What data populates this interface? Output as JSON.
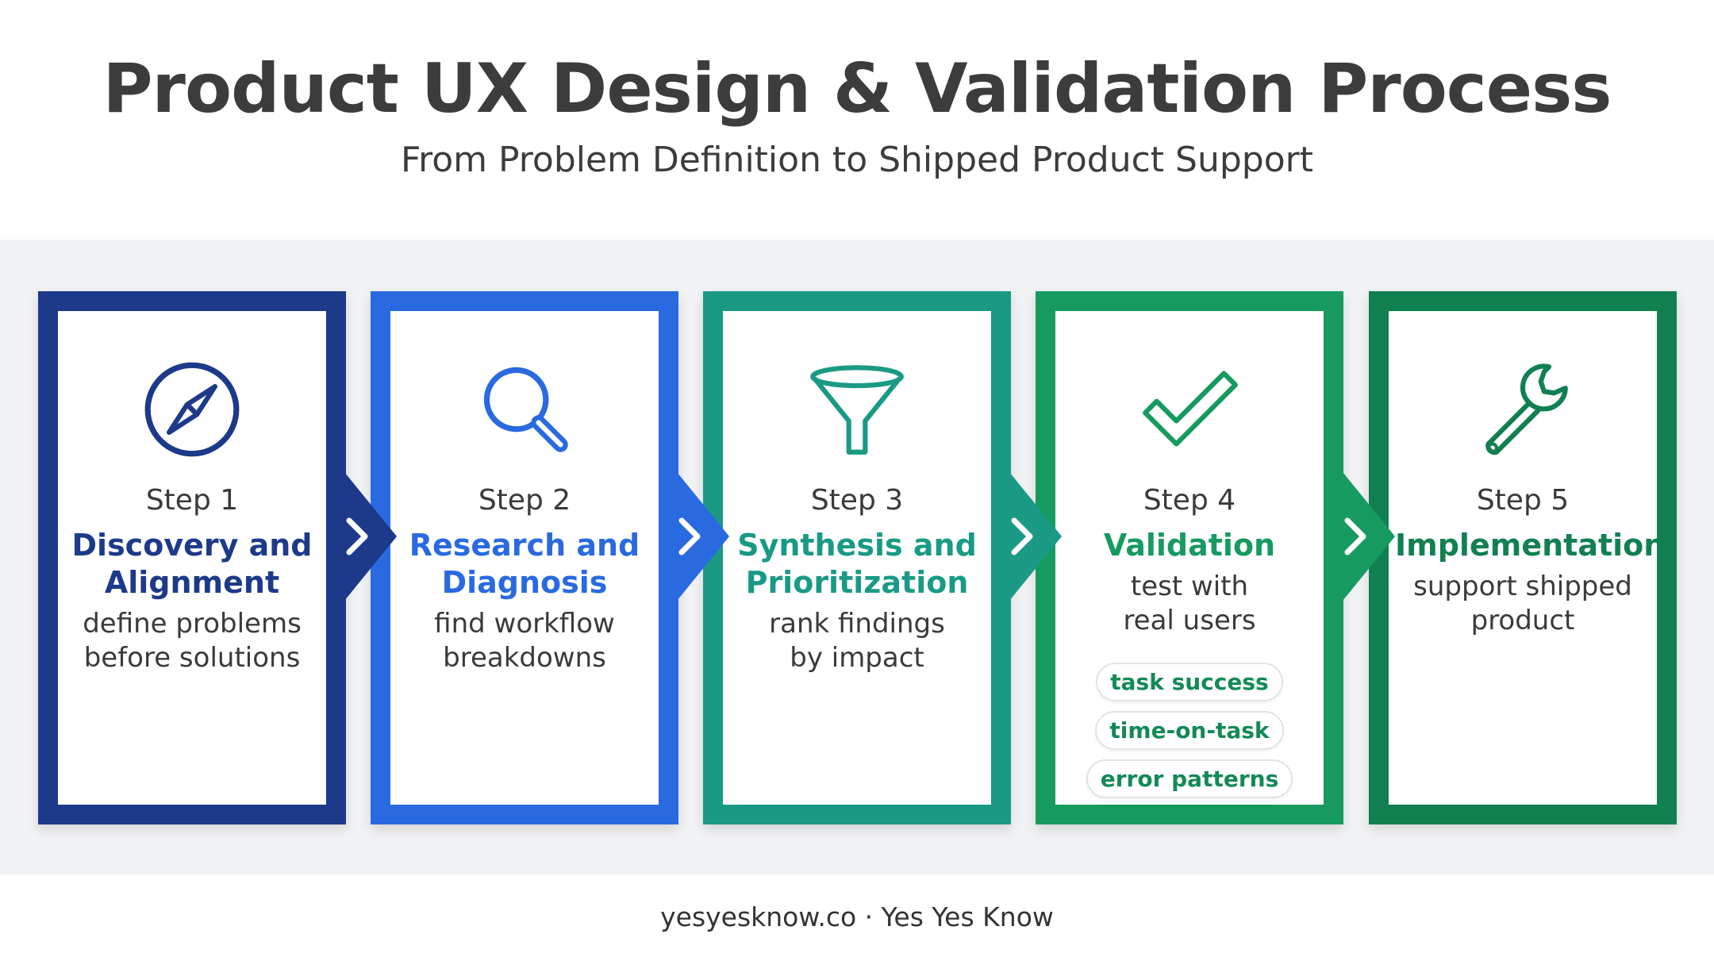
{
  "title": "Product UX Design & Validation Process",
  "subtitle": "From Problem Definition to Shipped Product Support",
  "steps": [
    {
      "step_label": "Step 1",
      "name_line1": "Discovery and",
      "name_line2": "Alignment",
      "desc_line1": "define problems",
      "desc_line2": "before solutions",
      "icon": "compass-icon",
      "color": "#1d3a8a"
    },
    {
      "step_label": "Step 2",
      "name_line1": "Research and",
      "name_line2": "Diagnosis",
      "desc_line1": "find workflow",
      "desc_line2": "breakdowns",
      "icon": "magnifier-icon",
      "color": "#2a6ae0"
    },
    {
      "step_label": "Step 3",
      "name_line1": "Synthesis and",
      "name_line2": "Prioritization",
      "desc_line1": "rank findings",
      "desc_line2": "by impact",
      "icon": "funnel-icon",
      "color": "#1a9a85"
    },
    {
      "step_label": "Step 4",
      "name_line1": "Validation",
      "desc_line1": "test with",
      "desc_line2": "real users",
      "icon": "checkmark-icon",
      "color": "#179a60",
      "tags": [
        "task success",
        "time-on-task",
        "error patterns"
      ]
    },
    {
      "step_label": "Step 5",
      "name_line1": "Implementation",
      "desc_line1": "support shipped",
      "desc_line2": "product",
      "icon": "wrench-icon",
      "color": "#118050"
    }
  ],
  "footer": "yesyesknow.co · Yes Yes Know"
}
